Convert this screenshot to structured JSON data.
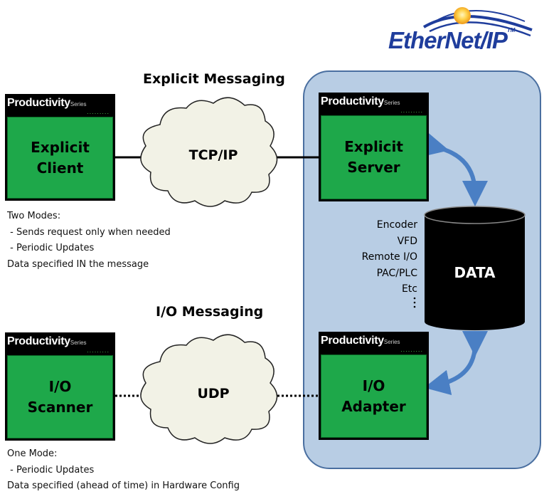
{
  "logo": {
    "text": "EtherNet/IP",
    "tm": "TM"
  },
  "sections": {
    "explicit_title": "Explicit Messaging",
    "io_title": "I/O Messaging"
  },
  "devices": {
    "brand": "Productivity",
    "brand_series": "Series",
    "explicit_client": {
      "line1": "Explicit",
      "line2": "Client"
    },
    "explicit_server": {
      "line1": "Explicit",
      "line2": "Server"
    },
    "io_scanner": {
      "line1": "I/O",
      "line2": "Scanner"
    },
    "io_adapter": {
      "line1": "I/O",
      "line2": "Adapter"
    }
  },
  "clouds": {
    "tcp": "TCP/IP",
    "udp": "UDP"
  },
  "explicit_notes": [
    "Two Modes:",
    " - Sends request only when needed",
    " - Periodic Updates",
    "Data specified IN the message"
  ],
  "io_notes": [
    "One Mode:",
    " - Periodic Updates",
    "Data specified (ahead of time) in Hardware Config"
  ],
  "data_sources": [
    "Encoder",
    "VFD",
    "Remote I/O",
    "PAC/PLC",
    "Etc"
  ],
  "database_label": "DATA",
  "colors": {
    "panel_fill": "#b8cde4",
    "panel_border": "#4a6fa0",
    "device_green": "#1ea84a",
    "cloud_fill": "#f2f2e6",
    "arrow_blue": "#4a7fc4",
    "logo_blue": "#1f3d9c"
  }
}
